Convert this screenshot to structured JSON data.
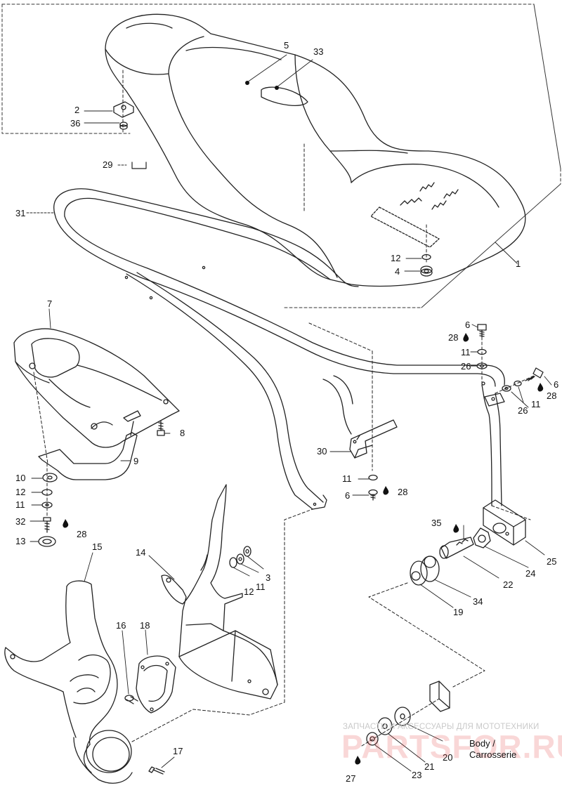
{
  "diagram": {
    "labels": {
      "p1": "1",
      "p2": "2",
      "p3": "3",
      "p4": "4",
      "p5": "5",
      "p6a": "6",
      "p6b": "6",
      "p6c": "6",
      "p7": "7",
      "p8": "8",
      "p9": "9",
      "p10": "10",
      "p11a": "11",
      "p11b": "11",
      "p11c": "11",
      "p11d": "11",
      "p11e": "11",
      "p12a": "12",
      "p12b": "12",
      "p12c": "12",
      "p13": "13",
      "p14": "14",
      "p15": "15",
      "p16": "16",
      "p17": "17",
      "p18": "18",
      "p19": "19",
      "p20": "20",
      "p21": "21",
      "p22": "22",
      "p23": "23",
      "p24": "24",
      "p25": "25",
      "p26a": "26",
      "p26b": "26",
      "p27": "27",
      "p28a": "28",
      "p28b": "28",
      "p28c": "28",
      "p28d": "28",
      "p29": "29",
      "p30": "30",
      "p31": "31",
      "p32": "32",
      "p33": "33",
      "p34": "34",
      "p35": "35",
      "p36": "36"
    },
    "note_line1": "Body /",
    "note_line2": "Carrosserie",
    "watermark_small": "ЗАПЧАСТИ И АКСЕССУАРЫ ДЛЯ МОТОТЕХНИКИ",
    "watermark_large": "PARTSFOR.RU"
  }
}
